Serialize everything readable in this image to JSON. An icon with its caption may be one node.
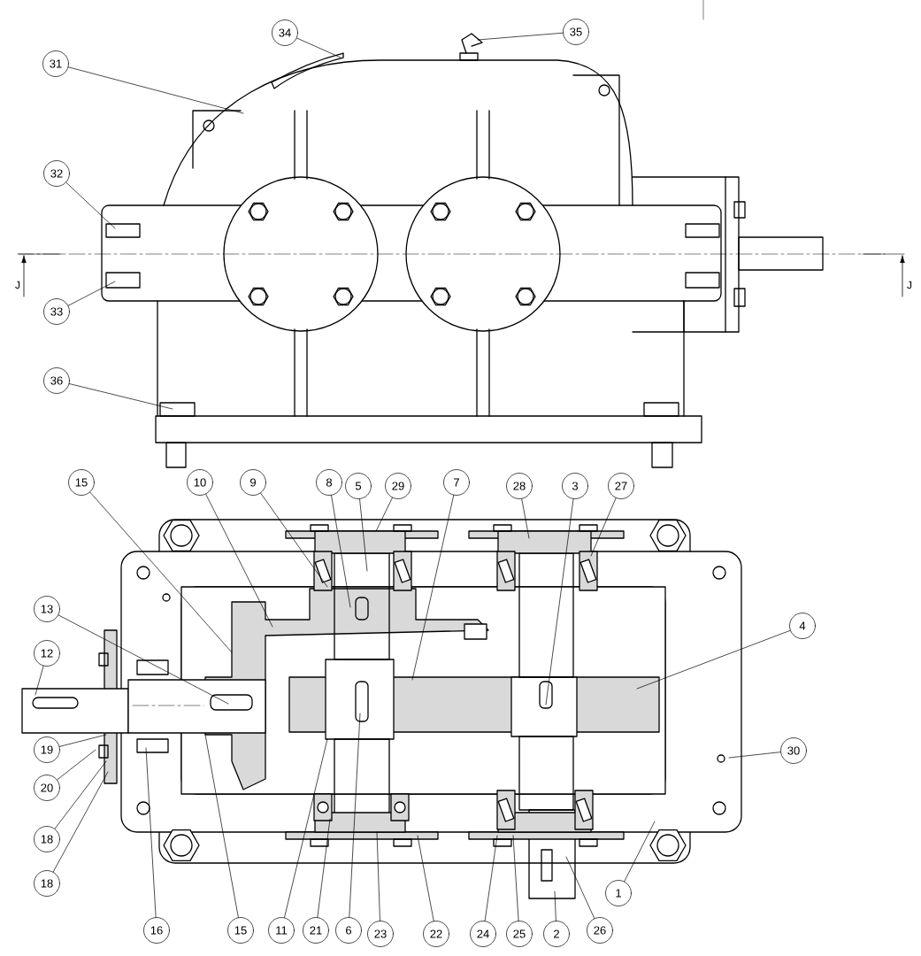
{
  "diagram": {
    "nodes": [
      {
        "text": [
          "31"
        ]
      },
      {
        "text": [
          "34"
        ]
      },
      {
        "text": [
          "35"
        ]
      },
      {
        "text": [
          "32"
        ]
      },
      {
        "text": [
          "33"
        ]
      },
      {
        "text": [
          "36"
        ]
      },
      {
        "text": [
          "15"
        ]
      },
      {
        "text": [
          "10"
        ]
      },
      {
        "text": [
          "9"
        ]
      },
      {
        "text": [
          "8"
        ]
      },
      {
        "text": [
          "5"
        ]
      },
      {
        "text": [
          "29"
        ]
      },
      {
        "text": [
          "7"
        ]
      },
      {
        "text": [
          "28"
        ]
      },
      {
        "text": [
          "3"
        ]
      },
      {
        "text": [
          "27"
        ]
      },
      {
        "text": [
          "4"
        ]
      },
      {
        "text": [
          "13"
        ]
      },
      {
        "text": [
          "12"
        ]
      },
      {
        "text": [
          "30"
        ]
      },
      {
        "text": [
          "19"
        ]
      },
      {
        "text": [
          "20"
        ]
      },
      {
        "text": [
          "18"
        ]
      },
      {
        "text": [
          "18"
        ]
      },
      {
        "text": [
          "1"
        ]
      },
      {
        "text": [
          "16"
        ]
      },
      {
        "text": [
          "15"
        ]
      },
      {
        "text": [
          "11"
        ]
      },
      {
        "text": [
          "21"
        ]
      },
      {
        "text": [
          "6"
        ]
      },
      {
        "text": [
          "23"
        ]
      },
      {
        "text": [
          "22"
        ]
      },
      {
        "text": [
          "24"
        ]
      },
      {
        "text": [
          "25"
        ]
      },
      {
        "text": [
          "2"
        ]
      },
      {
        "text": [
          "26"
        ]
      }
    ],
    "edges": [
      {
        "from": 0,
        "to": null,
        "arrow": "none"
      },
      {
        "from": 1,
        "to": null,
        "arrow": "none"
      },
      {
        "from": 2,
        "to": null,
        "arrow": "none"
      },
      {
        "from": 3,
        "to": null,
        "arrow": "none"
      },
      {
        "from": 4,
        "to": null,
        "arrow": "none"
      },
      {
        "from": 5,
        "to": null,
        "arrow": "none"
      },
      {
        "from": 6,
        "to": null,
        "arrow": "none"
      },
      {
        "from": 7,
        "to": null,
        "arrow": "none"
      },
      {
        "from": 8,
        "to": null,
        "arrow": "none"
      },
      {
        "from": 9,
        "to": null,
        "arrow": "none"
      },
      {
        "from": 10,
        "to": null,
        "arrow": "none"
      },
      {
        "from": 11,
        "to": null,
        "arrow": "none"
      },
      {
        "from": 12,
        "to": null,
        "arrow": "none"
      },
      {
        "from": 13,
        "to": null,
        "arrow": "none"
      },
      {
        "from": 14,
        "to": null,
        "arrow": "none"
      },
      {
        "from": 15,
        "to": null,
        "arrow": "none"
      },
      {
        "from": 16,
        "to": null,
        "arrow": "none"
      },
      {
        "from": 17,
        "to": null,
        "arrow": "none"
      },
      {
        "from": 18,
        "to": null,
        "arrow": "none"
      },
      {
        "from": 19,
        "to": null,
        "arrow": "none"
      },
      {
        "from": 20,
        "to": null,
        "arrow": "none"
      },
      {
        "from": 21,
        "to": null,
        "arrow": "none"
      },
      {
        "from": 22,
        "to": null,
        "arrow": "none"
      },
      {
        "from": 23,
        "to": null,
        "arrow": "none"
      },
      {
        "from": 24,
        "to": null,
        "arrow": "none"
      },
      {
        "from": 25,
        "to": null,
        "arrow": "none"
      },
      {
        "from": 26,
        "to": null,
        "arrow": "none"
      },
      {
        "from": 27,
        "to": null,
        "arrow": "none"
      },
      {
        "from": 28,
        "to": null,
        "arrow": "none"
      },
      {
        "from": 29,
        "to": null,
        "arrow": "none"
      },
      {
        "from": 30,
        "to": null,
        "arrow": "none"
      },
      {
        "from": 31,
        "to": null,
        "arrow": "none"
      },
      {
        "from": 32,
        "to": null,
        "arrow": "none"
      },
      {
        "from": 33,
        "to": null,
        "arrow": "none"
      },
      {
        "from": 34,
        "to": null,
        "arrow": "none"
      },
      {
        "from": 35,
        "to": null,
        "arrow": "none"
      }
    ],
    "labels": [
      "J",
      "J"
    ]
  }
}
